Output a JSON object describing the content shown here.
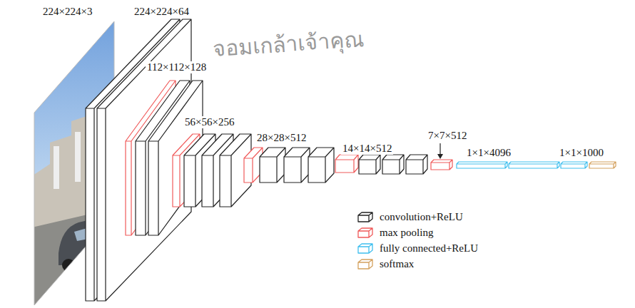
{
  "diagram": {
    "labels": [
      "224×224×3",
      "224×224×64",
      "112×112×128",
      "56×56×256",
      "28×28×512",
      "14×14×512",
      "7×7×512",
      "1×1×4096",
      "1×1×1000",
      "จอมเกล้าเจ้าคุณ"
    ],
    "legend": [
      {
        "text": "convolution+ReLU",
        "color": "#222222"
      },
      {
        "text": "max pooling",
        "color": "#f05a5a"
      },
      {
        "text": "fully connected+ReLU",
        "color": "#3fbfee"
      },
      {
        "text": "softmax",
        "color": "#d4a15e"
      }
    ]
  }
}
